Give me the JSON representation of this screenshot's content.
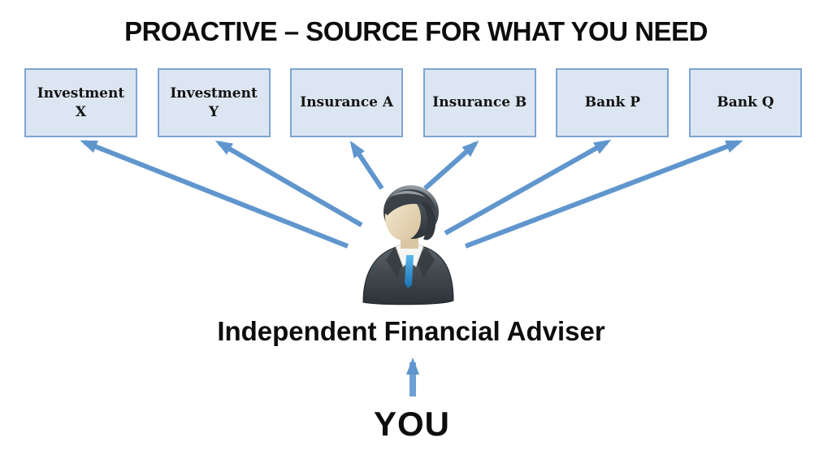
{
  "title": "PROACTIVE – SOURCE FOR WHAT YOU NEED",
  "boxes": [
    {
      "label": "Investment X"
    },
    {
      "label": "Investment Y"
    },
    {
      "label": "Insurance A"
    },
    {
      "label": "Insurance B"
    },
    {
      "label": "Bank P"
    },
    {
      "label": "Bank Q"
    }
  ],
  "adviser": {
    "label": "Independent Financial Adviser",
    "icon": "businessman-icon"
  },
  "you": {
    "label": "YOU"
  },
  "colors": {
    "box_fill": "#dce6f2",
    "box_border": "#7ea4d2",
    "arrow_blue": "#6096ce",
    "text_black": "#0d0d0d",
    "suit_gray": "#3c4348",
    "tie_blue": "#2e93dd",
    "face_beige": "#ead9bd"
  }
}
